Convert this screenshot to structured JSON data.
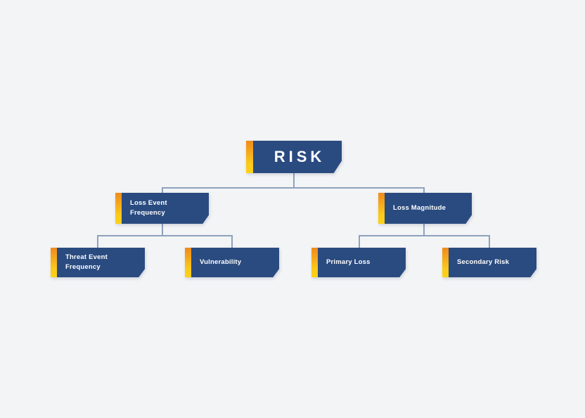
{
  "diagram": {
    "title": "RISK",
    "background_color": "#f3f4f6",
    "node_fill_color": "#2a4b80",
    "accent_color_top": "#f08a1e",
    "accent_color_bottom": "#fcd116",
    "connector_color": "#8da2bd",
    "label_color": "#ffffff",
    "root": {
      "id": "risk",
      "label": "RISK"
    },
    "level2": [
      {
        "id": "loss-event-frequency",
        "label": "Loss Event\nFrequency"
      },
      {
        "id": "loss-magnitude",
        "label": "Loss Magnitude"
      }
    ],
    "level3": [
      {
        "id": "threat-event-frequency",
        "label": "Threat Event\nFrequency",
        "parent": "loss-event-frequency"
      },
      {
        "id": "vulnerability",
        "label": "Vulnerability",
        "parent": "loss-event-frequency"
      },
      {
        "id": "primary-loss",
        "label": "Primary Loss",
        "parent": "loss-magnitude"
      },
      {
        "id": "secondary-risk",
        "label": "Secondary Risk",
        "parent": "loss-magnitude"
      }
    ]
  }
}
